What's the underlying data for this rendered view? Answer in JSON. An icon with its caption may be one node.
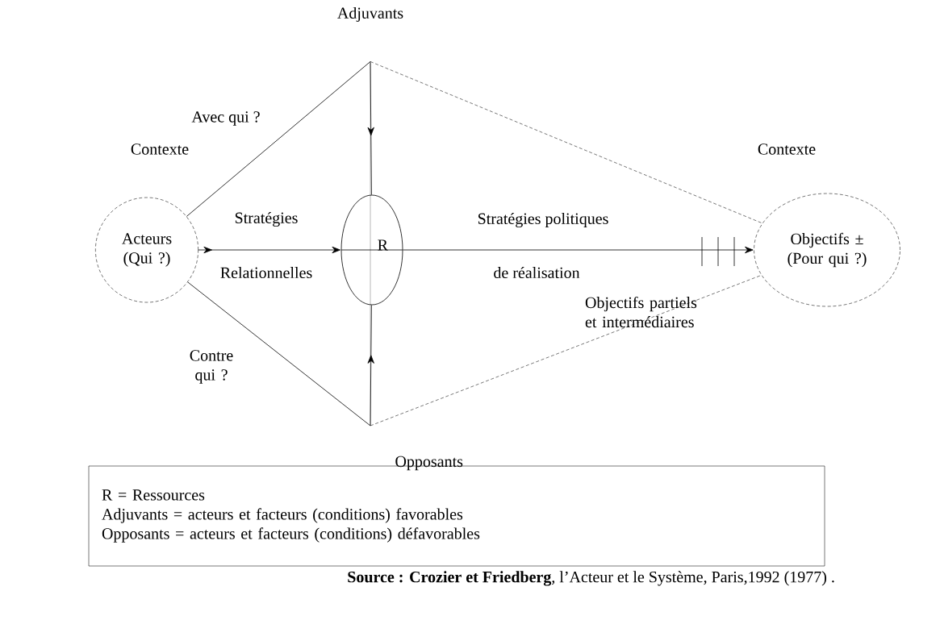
{
  "diagram": {
    "caption": "**Source :** **Crozier et Friedberg**, l’Acteur et le Système, Paris,1992 (1977) .",
    "nodes": [
      {
        "text": [
          "Acteurs (Qui ?)"
        ]
      },
      {
        "text": [
          "R"
        ]
      },
      {
        "text": [
          "Objectifs ± (Pour qui ?)"
        ]
      },
      {
        "text": [
          "Adjuvants"
        ]
      },
      {
        "text": [
          "Opposants"
        ]
      },
      {
        "text": [
          "R = Ressources",
          "Adjuvants = acteurs et facteurs (conditions) favorables",
          "Opposants = acteurs et facteurs (conditions) défavorables"
        ]
      }
    ],
    "edges": [
      {
        "from": 0,
        "to": 1,
        "arrow": "to"
      },
      {
        "from": 1,
        "to": 2,
        "arrow": "to"
      },
      {
        "from": 3,
        "to": 0,
        "arrow": "none",
        "label": "Avec qui ?"
      },
      {
        "from": 3,
        "to": 1,
        "arrow": "to"
      },
      {
        "from": 3,
        "to": 2,
        "arrow": "none",
        "style": "dashed"
      },
      {
        "from": 4,
        "to": 0,
        "arrow": "none",
        "label": "Contre qui ?"
      },
      {
        "from": 4,
        "to": 1,
        "arrow": "to"
      },
      {
        "from": 4,
        "to": 2,
        "arrow": "none",
        "style": "dashed"
      }
    ],
    "labels": [
      "Contexte",
      "Contexte",
      "Stratégies",
      "Stratégies politiques",
      "Relationnelles",
      "de réalisation",
      "Objectifs partiels et intermédiaires"
    ]
  }
}
